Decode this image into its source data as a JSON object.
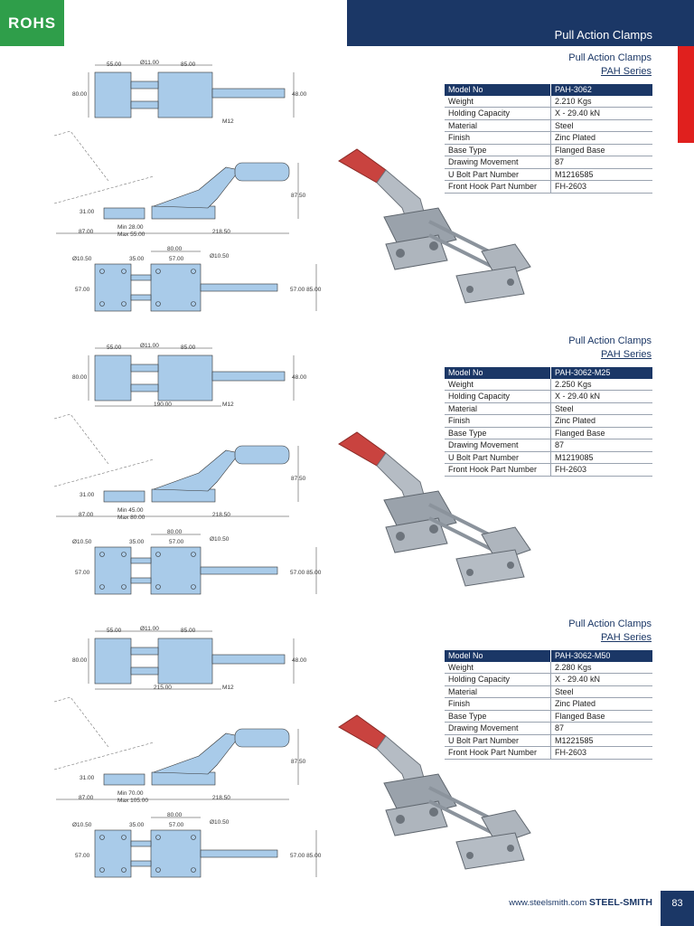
{
  "header": {
    "badge": "ROHS",
    "title": "Pull Action Clamps"
  },
  "products": [
    {
      "category": "Pull Action Clamps",
      "series": "PAH Series",
      "table_header": [
        "Model No",
        "PAH-3062"
      ],
      "specs": [
        [
          "Weight",
          "2.210 Kgs"
        ],
        [
          "Holding Capacity",
          "X - 29.40 kN"
        ],
        [
          "Material",
          "Steel"
        ],
        [
          "Finish",
          "Zinc Plated"
        ],
        [
          "Base Type",
          "Flanged Base"
        ],
        [
          "Drawing Movement",
          "87"
        ],
        [
          "U Bolt Part Number",
          "M1216585"
        ],
        [
          "Front Hook Part Number",
          "FH-2603"
        ]
      ],
      "dims": {
        "top": [
          "55.00",
          "Ø11.00",
          "85.00",
          "80.00",
          "48.00",
          "M12"
        ],
        "side": [
          "87.50",
          "31.00",
          "87.00",
          "Min 28.00",
          "Max 55.00",
          "218.50"
        ],
        "base": [
          "80.00",
          "Ø10.50",
          "35.00",
          "57.00",
          "Ø10.50",
          "57.00",
          "57.00 85.00"
        ]
      }
    },
    {
      "category": "Pull Action Clamps",
      "series": "PAH Series",
      "table_header": [
        "Model No",
        "PAH-3062-M25"
      ],
      "specs": [
        [
          "Weight",
          "2.250 Kgs"
        ],
        [
          "Holding Capacity",
          "X - 29.40 kN"
        ],
        [
          "Material",
          "Steel"
        ],
        [
          "Finish",
          "Zinc Plated"
        ],
        [
          "Base Type",
          "Flanged Base"
        ],
        [
          "Drawing Movement",
          "87"
        ],
        [
          "U Bolt Part Number",
          "M1219085"
        ],
        [
          "Front Hook Part Number",
          "FH-2603"
        ]
      ],
      "dims": {
        "top": [
          "55.00",
          "Ø11.00",
          "85.00",
          "80.00",
          "48.00",
          "M12",
          "190.00"
        ],
        "side": [
          "87.50",
          "31.00",
          "87.00",
          "Min 45.00",
          "Max 80.00",
          "218.50"
        ],
        "base": [
          "80.00",
          "Ø10.50",
          "35.00",
          "57.00",
          "Ø10.50",
          "57.00",
          "57.00 85.00"
        ]
      }
    },
    {
      "category": "Pull Action Clamps",
      "series": "PAH Series",
      "table_header": [
        "Model No",
        "PAH-3062-M50"
      ],
      "specs": [
        [
          "Weight",
          "2.280 Kgs"
        ],
        [
          "Holding Capacity",
          "X - 29.40 kN"
        ],
        [
          "Material",
          "Steel"
        ],
        [
          "Finish",
          "Zinc Plated"
        ],
        [
          "Base Type",
          "Flanged Base"
        ],
        [
          "Drawing Movement",
          "87"
        ],
        [
          "U Bolt Part Number",
          "M1221585"
        ],
        [
          "Front Hook Part Number",
          "FH-2603"
        ]
      ],
      "dims": {
        "top": [
          "55.00",
          "Ø11.00",
          "85.00",
          "80.00",
          "48.00",
          "M12",
          "215.00"
        ],
        "side": [
          "87.50",
          "31.00",
          "87.00",
          "Min 70.00",
          "Max 105.00",
          "218.50"
        ],
        "base": [
          "80.00",
          "Ø10.50",
          "35.00",
          "57.00",
          "Ø10.50",
          "57.00",
          "57.00 85.00"
        ]
      }
    }
  ],
  "footer": {
    "url": "www.steelsmith.com",
    "brand": "STEEL-SMITH",
    "page": "83"
  },
  "colors": {
    "navy": "#1b3766",
    "green": "#2f9e4a",
    "red": "#e0201e",
    "part_blue": "#a9cbe9"
  }
}
